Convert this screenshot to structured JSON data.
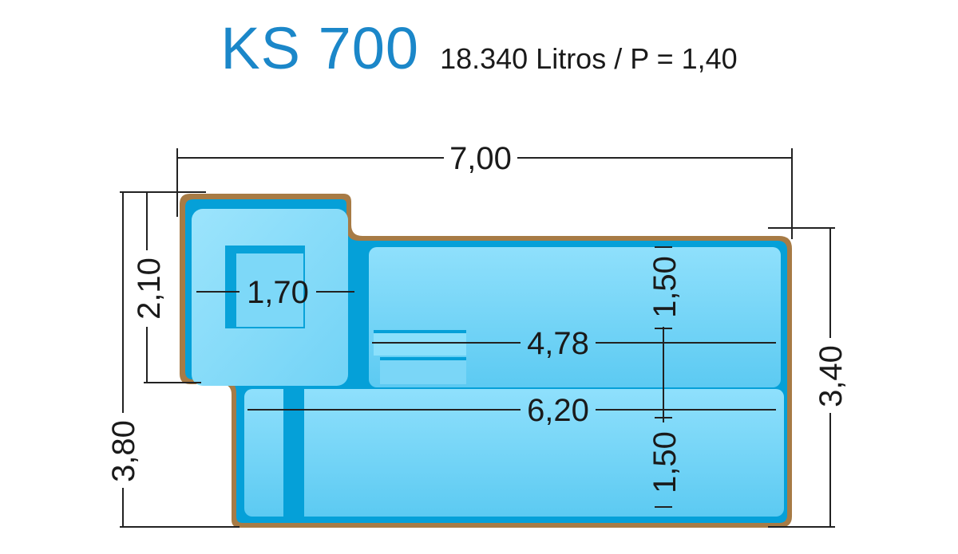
{
  "header": {
    "model": "KS 700",
    "capacity": "18.340 Litros / P = 1,40"
  },
  "dimensions": {
    "total_length": "7,00",
    "total_width": "3,80",
    "body_width": "3,40",
    "step_depth": "2,10",
    "seat_width": "1,70",
    "shallow_length": "4,78",
    "deep_length": "6,20",
    "upper_half": "1,50",
    "lower_half": "1,50"
  },
  "colors": {
    "title": "#1b87c9",
    "rim": "#a77b45",
    "water": "#6fd0f4",
    "water_light": "#93e0fb",
    "water_dark": "#05a0d8"
  }
}
